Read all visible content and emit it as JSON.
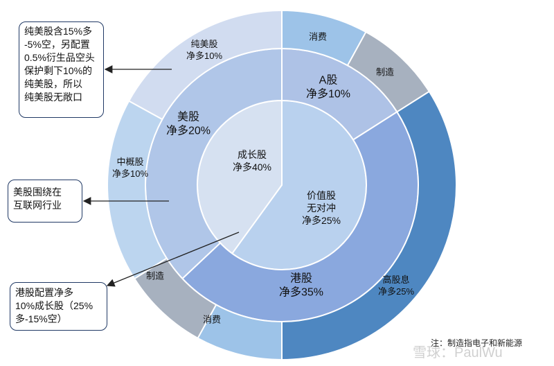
{
  "chart_data": {
    "type": "sunburst",
    "inner": [
      {
        "name": "成长股",
        "value": "净多40%",
        "pct": 40
      },
      {
        "name": "价值股",
        "value": "无对冲",
        "value2": "净多25%",
        "pct": 60
      }
    ],
    "middle": [
      {
        "name": "A股",
        "value": "净多10%",
        "pct": 16
      },
      {
        "name": "港股",
        "value": "净多35%",
        "pct": 47
      },
      {
        "name": "美股",
        "value": "净多20%",
        "pct": 37
      }
    ],
    "outer": [
      {
        "name": "消费",
        "value": "",
        "pct": 8
      },
      {
        "name": "制造",
        "value": "",
        "pct": 8
      },
      {
        "name": "高股息",
        "value": "净多25%",
        "pct": 34
      },
      {
        "name": "消费",
        "value": "",
        "pct": 8
      },
      {
        "name": "制造",
        "value": "",
        "pct": 8
      },
      {
        "name": "中概股",
        "value": "净多10%",
        "pct": 17
      },
      {
        "name": "纯美股",
        "value": "净多10%",
        "pct": 17
      }
    ]
  },
  "colors": {
    "inner_growth": "#d6e1f1",
    "inner_value": "#b9d1ee",
    "mid_a": "#aec2e6",
    "mid_hk": "#8aa8de",
    "mid_us": "#b0c6e8",
    "out_consume": "#9dc3e8",
    "out_manufacture": "#a7b1bf",
    "out_dividend": "#4e87c1",
    "out_china": "#bcd5ef",
    "out_pureus": "#d1dcf0"
  },
  "annotations": {
    "us_note": [
      "纯美股含15%多",
      "-5%空，另配置",
      "0.5%衍生品空头",
      "保护剩下10%的",
      "纯美股，所以",
      "纯美股无敞口"
    ],
    "internet_note": [
      "美股围绕在",
      "互联网行业"
    ],
    "hk_note": [
      "港股配置净多",
      "10%成长股（25%",
      "多-15%空）"
    ]
  },
  "footnote": "注：制造指电子和新能源",
  "watermark": "雪球：PaulWu"
}
